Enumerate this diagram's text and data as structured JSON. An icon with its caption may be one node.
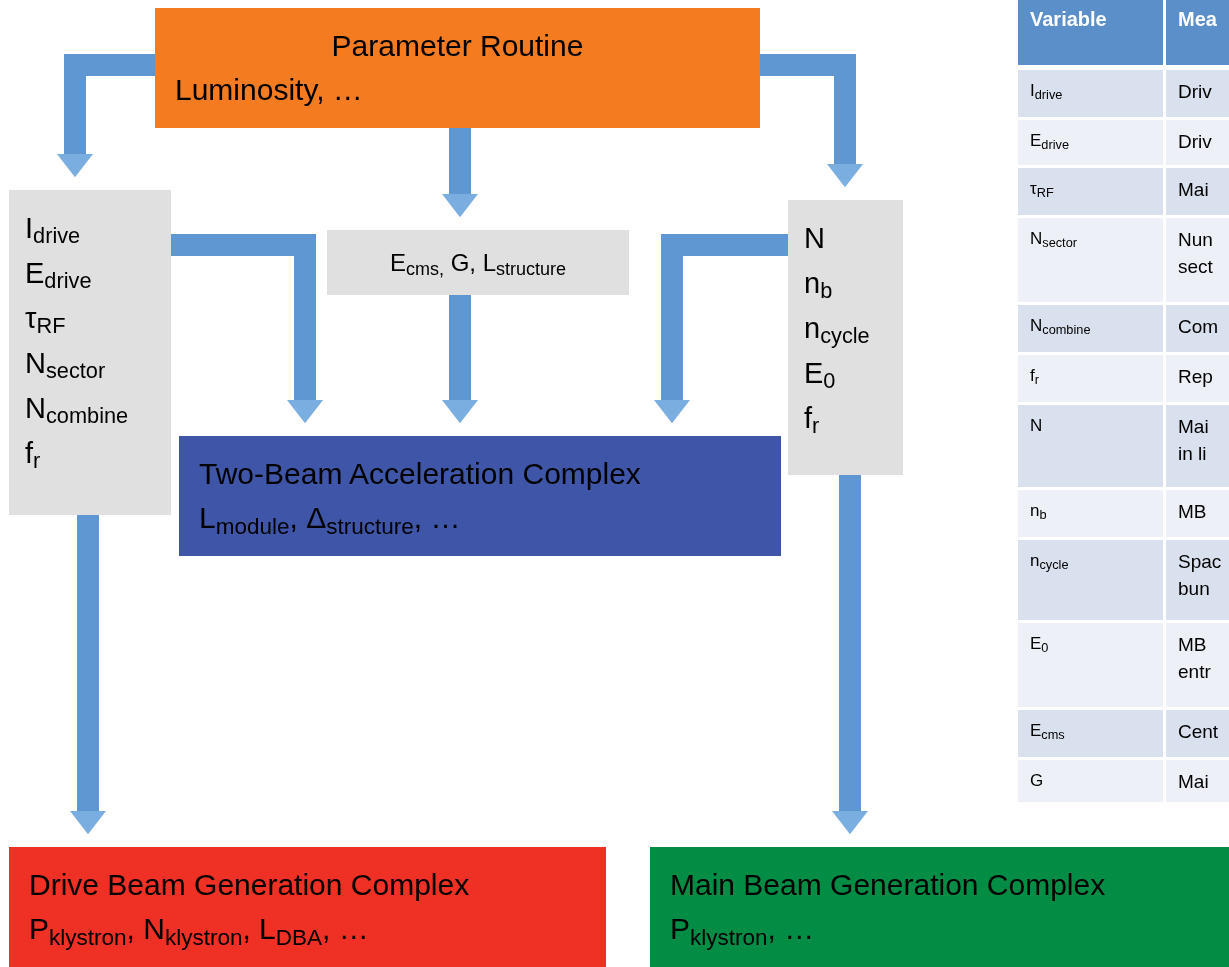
{
  "diagram": {
    "nodes": [
      {
        "text": [
          "Parameter Routine",
          "Luminosity, …"
        ]
      },
      {
        "text": [
          "I$_{drive}$",
          "E$_{drive}$",
          "τ$_{RF}$",
          "N$_{sector}$",
          "N$_{combine}$",
          "f$_{r}$"
        ]
      },
      {
        "text": [
          "E$_{cms,}$ G, L$_{structure}$"
        ]
      },
      {
        "text": [
          "N",
          "n$_{b}$",
          "n$_{cycle}$",
          "E$_{0}$",
          "f$_{r}$"
        ]
      },
      {
        "text": [
          "Two-Beam Acceleration Complex",
          "L$_{module}$, Δ$_{structure}$, …"
        ]
      },
      {
        "text": [
          "Drive Beam Generation Complex",
          "P$_{klystron}$, N$_{klystron}$, L$_{DBA}$, …"
        ]
      },
      {
        "text": [
          "Main Beam Generation Complex",
          "P$_{klystron}$, …"
        ]
      }
    ],
    "edges": [
      {
        "from": 0,
        "to": 1,
        "arrow": "to"
      },
      {
        "from": 0,
        "to": 2,
        "arrow": "to"
      },
      {
        "from": 0,
        "to": 3,
        "arrow": "to"
      },
      {
        "from": 1,
        "to": 4,
        "arrow": "to"
      },
      {
        "from": 2,
        "to": 4,
        "arrow": "to"
      },
      {
        "from": 3,
        "to": 4,
        "arrow": "to"
      },
      {
        "from": 1,
        "to": 5,
        "arrow": "to"
      },
      {
        "from": 3,
        "to": 6,
        "arrow": "to"
      }
    ],
    "labels": [
      "Variable",
      "Mea",
      "I$_{drive}$",
      "Driv",
      "E$_{drive}$",
      "Driv",
      "τ$_{RF}$",
      "Mai",
      "N$_{sector}$",
      "Nun sect",
      "N$_{combine}$",
      "Com",
      "f$_{r}$",
      "Rep",
      "N",
      "Mai in li",
      "n$_{b}$",
      "MB",
      "n$_{cycle}$",
      "Spac bun",
      "E$_{0}$",
      "MB entr",
      "E$_{cms}$",
      "Cent",
      "G",
      "Mai"
    ]
  }
}
